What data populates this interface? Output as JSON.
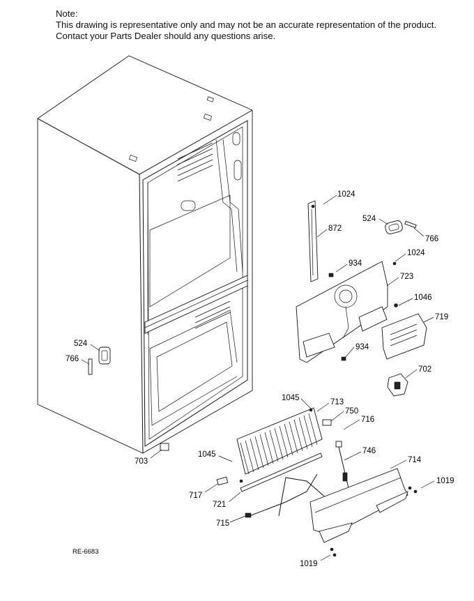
{
  "note": {
    "heading": "Note:",
    "line1": "This drawing is representative only and may not be an accurate representation of the product.",
    "line2": "Contact your Parts Dealer should any questions arise."
  },
  "reference_code": "RE-6683",
  "callouts": {
    "c1024_top": "1024",
    "c872": "872",
    "c524_right": "524",
    "c766_right": "766",
    "c1024_mid": "1024",
    "c934_top": "934",
    "c723": "723",
    "c1046": "1046",
    "c719": "719",
    "c934_bottom": "934",
    "c702": "702",
    "c524_left": "524",
    "c766_left": "766",
    "c1045_top": "1045",
    "c713": "713",
    "c750": "750",
    "c716": "716",
    "c746": "746",
    "c1045_left": "1045",
    "c714": "714",
    "c703": "703",
    "c1019_right": "1019",
    "c717": "717",
    "c721": "721",
    "c715": "715",
    "c1019_bottom": "1019"
  }
}
